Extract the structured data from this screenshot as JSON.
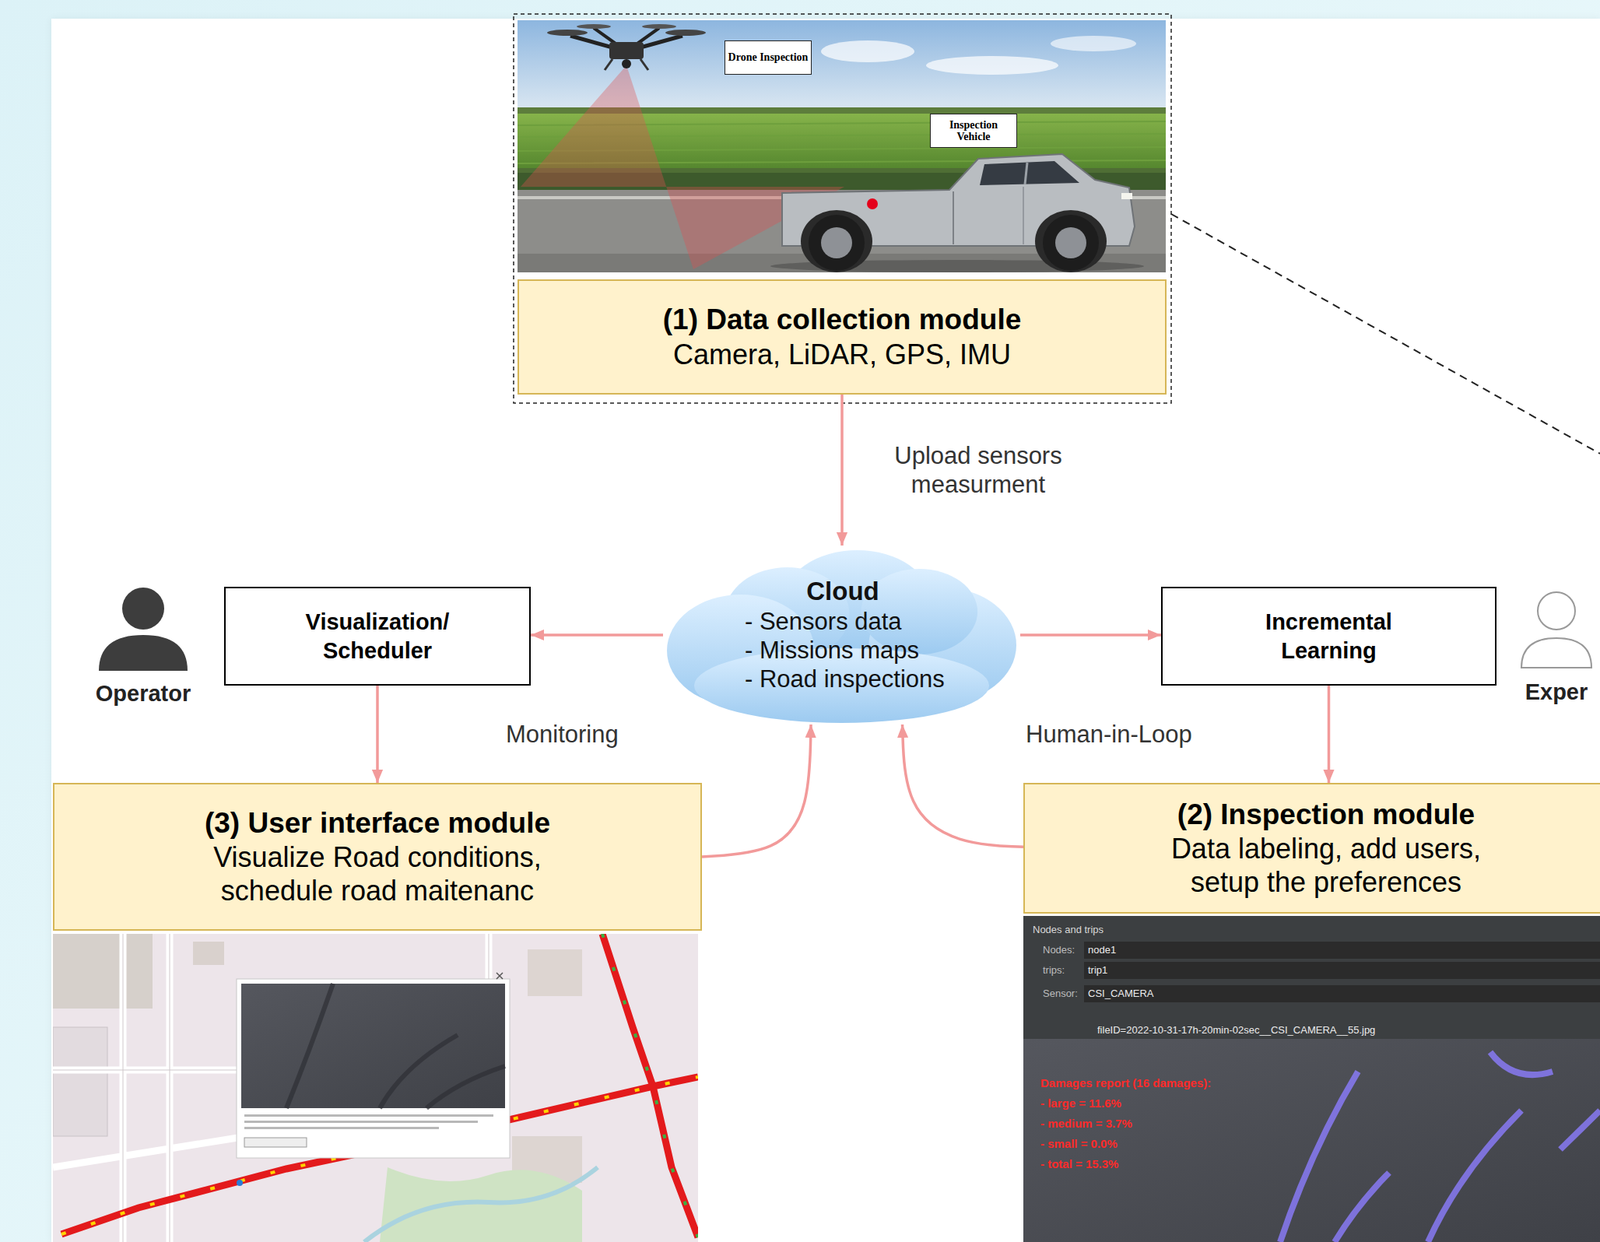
{
  "diagram": {
    "nodes": [
      {
        "text": [
          "Drone Inspection"
        ]
      },
      {
        "text": [
          "Inspection Vehicle"
        ]
      },
      {
        "text": [
          "(1) Data collection module",
          "Camera, LiDAR, GPS, IMU"
        ]
      },
      {
        "text": [
          "Visualization/ Scheduler"
        ]
      },
      {
        "text": [
          "Cloud",
          "- Sensors data",
          "- Missions maps",
          "- Road inspections"
        ]
      },
      {
        "text": [
          "Incremental Learning"
        ]
      },
      {
        "text": [
          "(3) User interface module",
          "Visualize Road conditions, schedule road maitenanc"
        ]
      },
      {
        "text": [
          "(2) Inspection module",
          "Data labeling, add users, setup the preferences"
        ]
      }
    ],
    "edges": [
      {
        "from": 2,
        "to": 4,
        "label": "Upload sensors measurment",
        "arrow": "to"
      },
      {
        "from": 4,
        "to": 3,
        "arrow": "to"
      },
      {
        "from": 4,
        "to": 5,
        "arrow": "to"
      },
      {
        "from": 3,
        "to": 6,
        "arrow": "to"
      },
      {
        "from": 5,
        "to": 7,
        "arrow": "to"
      },
      {
        "from": 6,
        "to": 4,
        "arrow": "to"
      },
      {
        "from": 7,
        "to": 4,
        "arrow": "to"
      }
    ],
    "labels": [
      "Monitoring",
      "Human-in-Loop",
      "Operator",
      "Exper",
      "Nodes and trips",
      "Nodes:",
      "node1",
      "trips:",
      "trip1",
      "Sensor:",
      "CSI_CAMERA",
      "fileID=2022-10-31-17h-20min-02sec__CSI_CAMERA__55.jpg",
      "Damages report (16 damages):",
      "- large = 11.6%",
      "- medium = 3.7%",
      "- small = 0.0%",
      "- total = 15.3%"
    ]
  }
}
